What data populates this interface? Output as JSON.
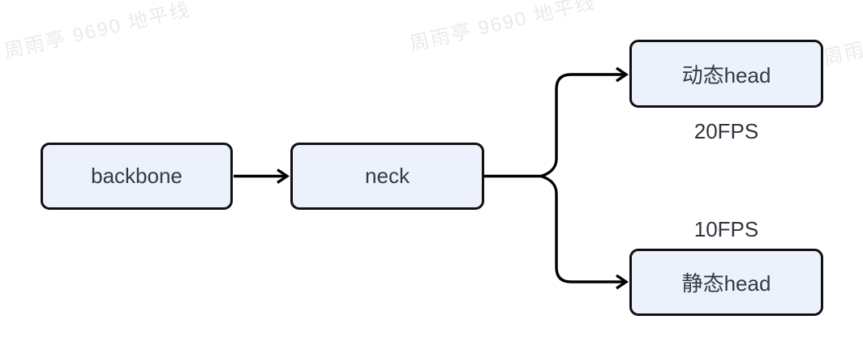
{
  "watermark": {
    "text": "周雨亭 9690 地平线"
  },
  "diagram": {
    "nodes": {
      "backbone": {
        "label": "backbone"
      },
      "neck": {
        "label": "neck"
      },
      "dynamic_head": {
        "label": "动态head",
        "fps": "20FPS"
      },
      "static_head": {
        "label": "静态head",
        "fps": "10FPS"
      }
    },
    "colors": {
      "node_fill": "#edf1fb",
      "node_border": "#111111",
      "connector": "#000000",
      "node_text": "#333a44",
      "fps_text": "#2f343c",
      "watermark_text": "#eaeaea",
      "background": "#ffffff"
    }
  }
}
